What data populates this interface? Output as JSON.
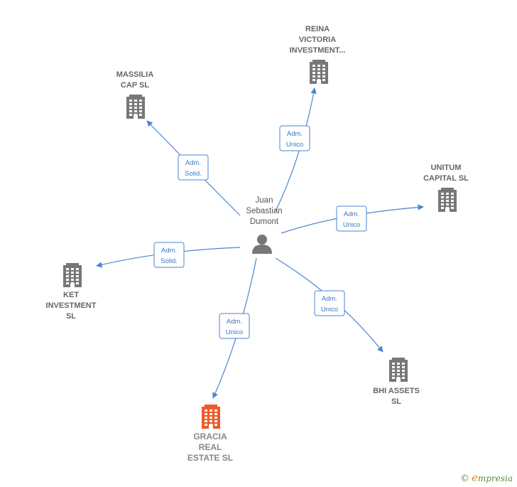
{
  "center": {
    "name_lines": [
      "Juan",
      "Sebastian",
      "Dumont"
    ],
    "icon": "person-icon",
    "color": "#777777"
  },
  "nodes": [
    {
      "id": "massilia",
      "lines": [
        "MASSILIA",
        "CAP  SL"
      ],
      "icon": "building-icon",
      "color": "#777777",
      "highlight": false
    },
    {
      "id": "reina",
      "lines": [
        "REINA",
        "VICTORIA",
        "INVESTMENT..."
      ],
      "icon": "building-icon",
      "color": "#777777",
      "highlight": false
    },
    {
      "id": "unitum",
      "lines": [
        "UNITUM",
        "CAPITAL  SL"
      ],
      "icon": "building-icon",
      "color": "#777777",
      "highlight": false
    },
    {
      "id": "ket",
      "lines": [
        "KET",
        "INVESTMENT",
        "SL"
      ],
      "icon": "building-icon",
      "color": "#777777",
      "highlight": false
    },
    {
      "id": "bhi",
      "lines": [
        "BHI ASSETS",
        "SL"
      ],
      "icon": "building-icon",
      "color": "#777777",
      "highlight": false
    },
    {
      "id": "gracia",
      "lines": [
        "GRACIA",
        "REAL",
        "ESTATE  SL"
      ],
      "icon": "building-icon",
      "color": "#f05a28",
      "highlight": true
    }
  ],
  "edges": [
    {
      "to": "massilia",
      "label": [
        "Adm.",
        "Solid."
      ]
    },
    {
      "to": "reina",
      "label": [
        "Adm.",
        "Unico"
      ]
    },
    {
      "to": "unitum",
      "label": [
        "Adm.",
        "Unico"
      ]
    },
    {
      "to": "ket",
      "label": [
        "Adm.",
        "Solid."
      ]
    },
    {
      "to": "bhi",
      "label": [
        "Adm.",
        "Unico"
      ]
    },
    {
      "to": "gracia",
      "label": [
        "Adm.",
        "Unico"
      ]
    }
  ],
  "edge_color": "#4a86d0",
  "brand": {
    "copyright": "©",
    "initial": "e",
    "rest": "mpresia"
  }
}
